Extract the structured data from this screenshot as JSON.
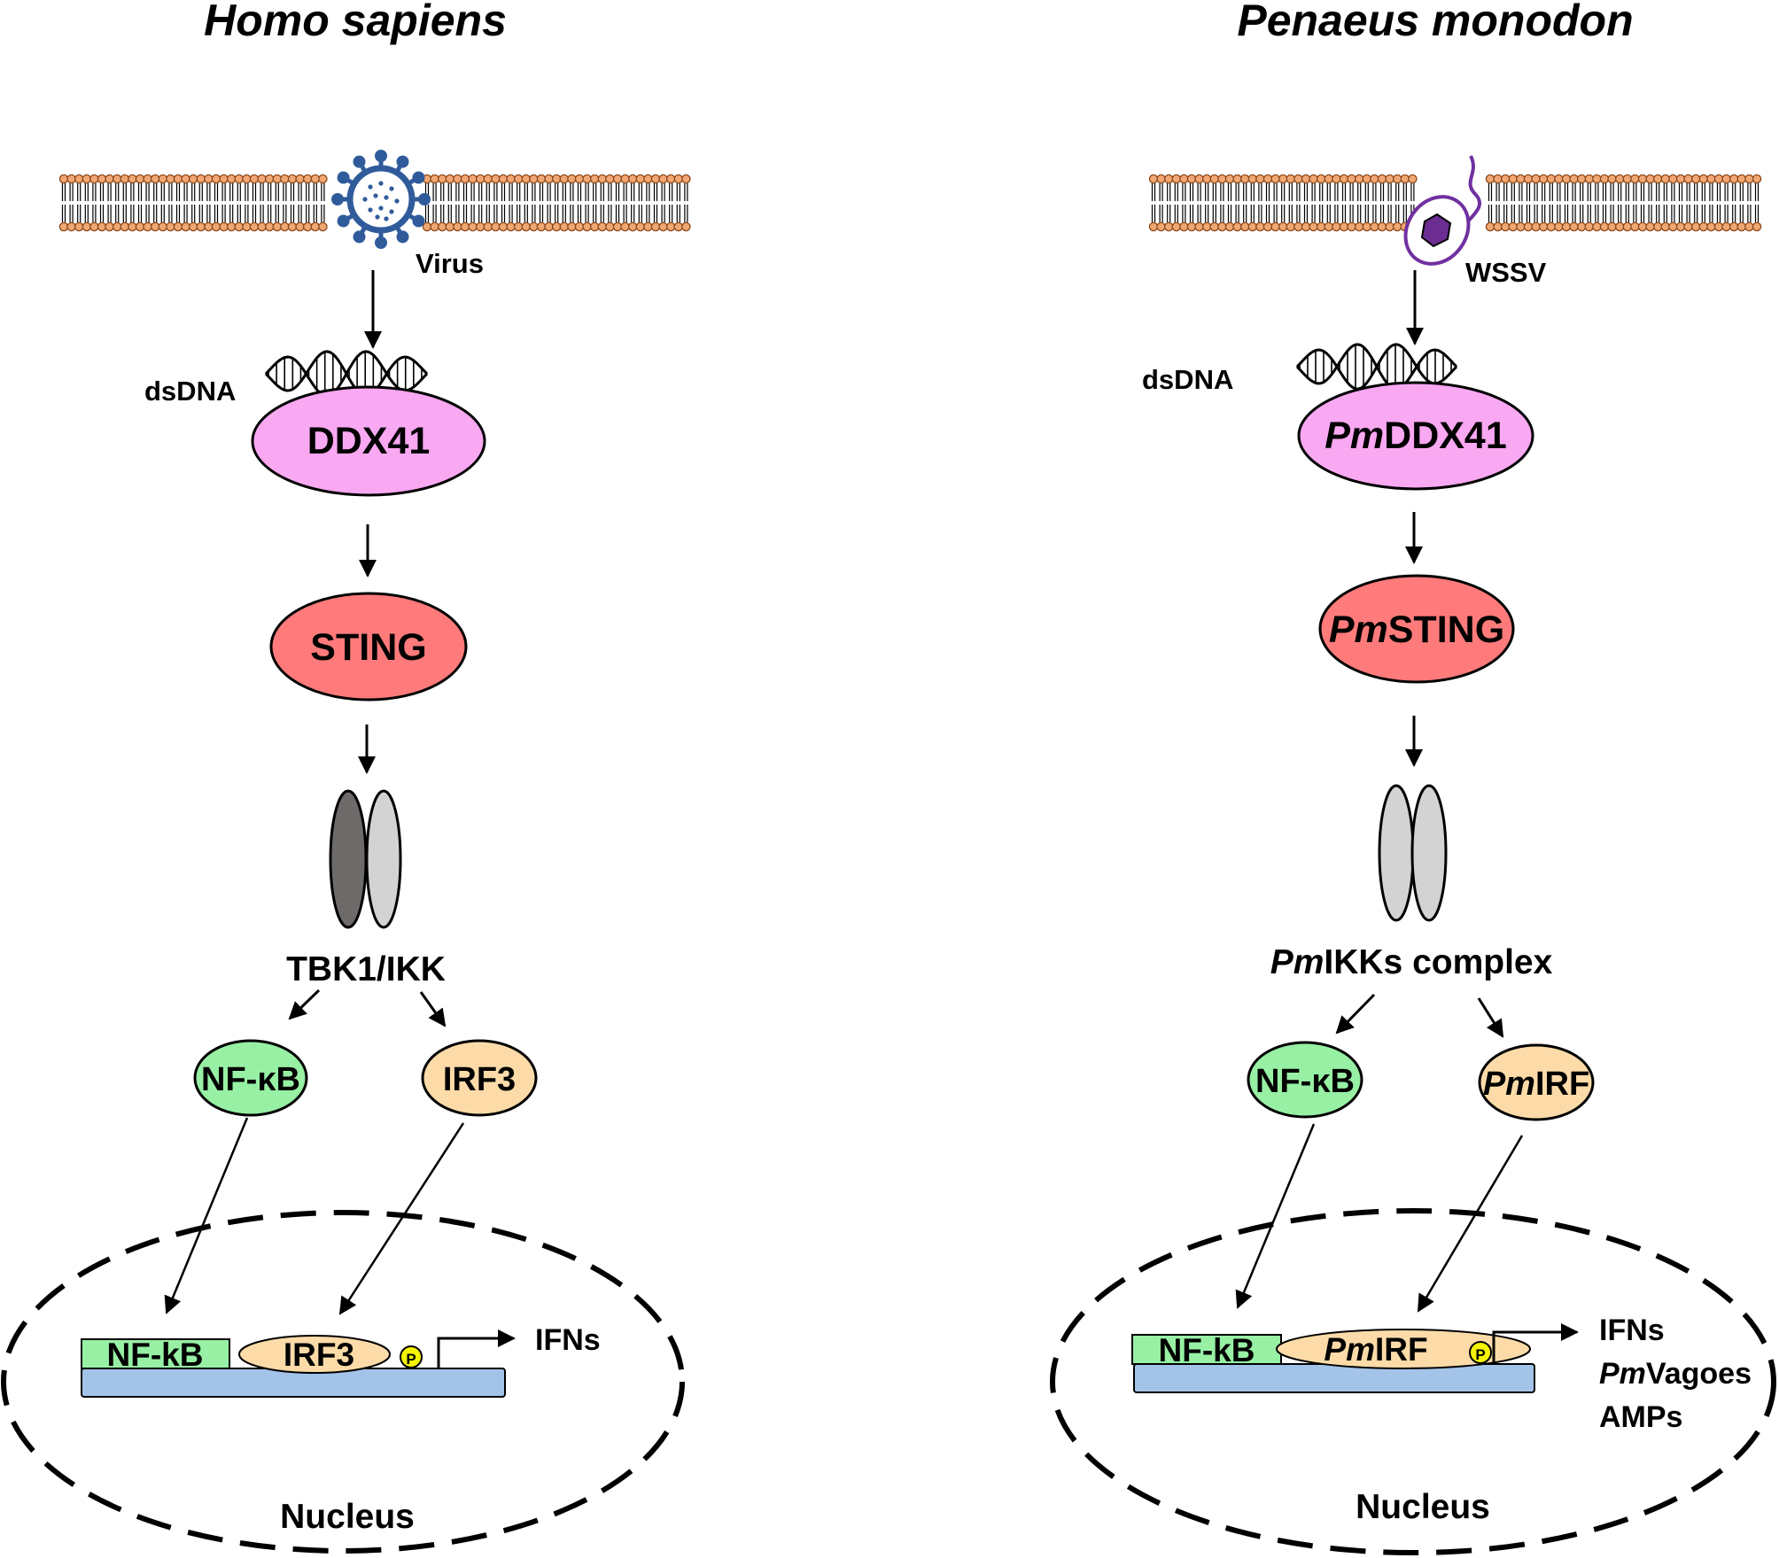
{
  "colors": {
    "ddx41": "#f9a8f2",
    "sting": "#ff7b7b",
    "kinase_dark": "#6e6a6a",
    "kinase_light": "#d3d3d3",
    "nfkb": "#97f0a4",
    "irf": "#fcdba8",
    "dna_bar": "#a3c4e8",
    "phospho": "#f5f500",
    "lipid_head": "#f3a770",
    "virus": "#2f5b9a",
    "wssv": "#7030a0"
  },
  "panels": {
    "human": {
      "title": "Homo sapiens",
      "pathogen_label": "Virus",
      "dsdna_label": "dsDNA",
      "ddx41_prefix": "",
      "ddx41_suffix": "DDX41",
      "sting_prefix": "",
      "sting_suffix": "STING",
      "kinase_prefix": "",
      "kinase_suffix": "TBK1/IKK",
      "nfkb_label": "NF-κB",
      "irf_prefix": "",
      "irf_suffix": "IRF3",
      "gene_nfkb": "NF-kB",
      "gene_irf_prefix": "",
      "gene_irf_suffix": "IRF3",
      "phospho": "P",
      "outputs": [
        "IFNs"
      ],
      "nucleus_label": "Nucleus"
    },
    "shrimp": {
      "title": "Penaeus monodon",
      "pathogen_label": "WSSV",
      "dsdna_label": "dsDNA",
      "ddx41_prefix": "Pm",
      "ddx41_suffix": "DDX41",
      "sting_prefix": "Pm",
      "sting_suffix": "STING",
      "kinase_prefix": "Pm",
      "kinase_suffix": "IKKs complex",
      "nfkb_label": "NF-κB",
      "irf_prefix": "Pm",
      "irf_suffix": "IRF",
      "gene_nfkb": "NF-kB",
      "gene_irf_prefix": "Pm",
      "gene_irf_suffix": "IRF",
      "phospho": "P",
      "outputs": [
        "IFNs",
        "PmVagoes",
        "AMPs"
      ],
      "outputs_prefix": [
        "",
        "Pm",
        ""
      ],
      "outputs_suffix": [
        "IFNs",
        "Vagoes",
        "AMPs"
      ],
      "nucleus_label": "Nucleus"
    }
  }
}
